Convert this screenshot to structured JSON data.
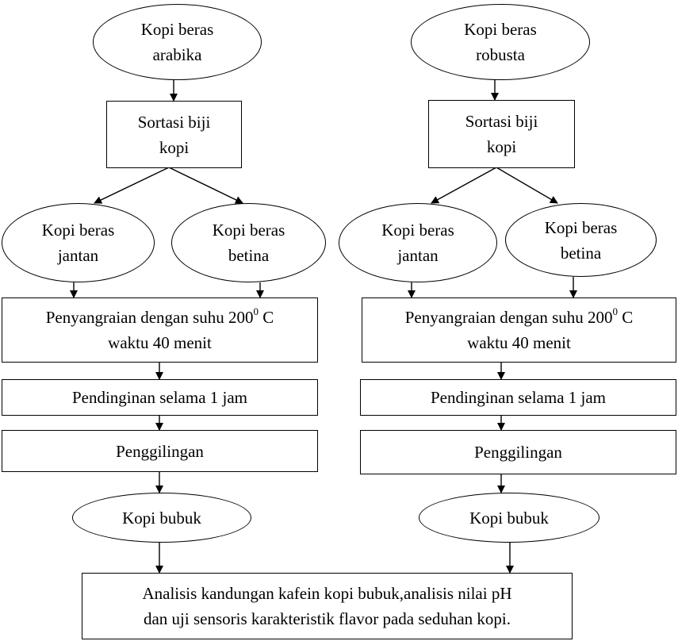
{
  "diagram": {
    "left_branch": {
      "start": [
        "Kopi beras",
        "arabika"
      ],
      "sort": [
        "Sortasi biji",
        "kopi"
      ],
      "male": [
        "Kopi beras",
        "jantan"
      ],
      "female": [
        "Kopi beras",
        "betina"
      ],
      "roast": {
        "line1_pre": "Penyangraian dengan suhu 200",
        "line1_sup": "0",
        "line1_post": " C",
        "line2": "waktu 40 menit"
      },
      "cool": "Pendinginan selama 1 jam",
      "grind": "Penggilingan",
      "powder": "Kopi bubuk"
    },
    "right_branch": {
      "start": [
        "Kopi beras",
        "robusta"
      ],
      "sort": [
        "Sortasi biji",
        "kopi"
      ],
      "male": [
        "Kopi beras",
        "jantan"
      ],
      "female": [
        "Kopi beras",
        "betina"
      ],
      "roast": {
        "line1_pre": "Penyangraian dengan suhu 200",
        "line1_sup": "0",
        "line1_post": " C",
        "line2": "waktu 40 menit"
      },
      "cool": "Pendinginan selama 1 jam",
      "grind": "Penggilingan",
      "powder": "Kopi bubuk"
    },
    "analysis": [
      "Analisis kandungan kafein kopi bubuk,analisis nilai pH",
      "dan uji sensoris karakteristik flavor pada seduhan kopi."
    ]
  }
}
